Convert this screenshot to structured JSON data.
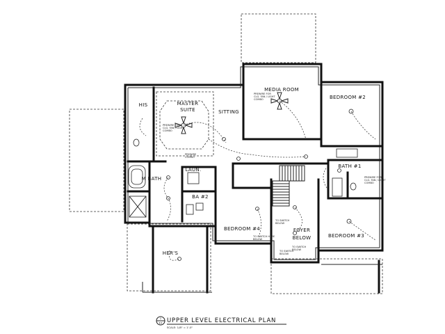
{
  "rooms": {
    "master_suite": [
      "MASTER",
      "SUITE"
    ],
    "sitting": "SITTING",
    "media_room": "MEDIA ROOM",
    "bedroom_2": "BEDROOM #2",
    "his": "HIS",
    "m_bath": "M BATH",
    "laun": "LAUN.",
    "ba_2": "BA #2",
    "bath_1": "BATH #1",
    "bedroom_4": "BEDROOM #4",
    "foyer_below": [
      "FOYER",
      "BELOW"
    ],
    "bedroom_3": "BEDROOM #3",
    "hers": "HER'S"
  },
  "notes": {
    "fan_note_master": [
      "PREWIRE FOR",
      "CLG. FAN / LIGHT",
      "COMBO"
    ],
    "fan_note_media": [
      "PREWIRE FOR",
      "CLG. FAN / LIGHT",
      "COMBO"
    ],
    "fan_note_b3": [
      "PREWIRE FOR",
      "CLG. FAN / LIGHT",
      "COMBO"
    ],
    "prewire_combo": [
      "PREWIRE",
      "COMBO"
    ],
    "to_switch_1": [
      "TO SWITCH",
      "BELOW"
    ],
    "to_switch_2": [
      "TO SWITCH HERE",
      "BELOW"
    ],
    "to_switch_3": [
      "TO SWITCH",
      "BELOW"
    ],
    "to_switch_4": [
      "TO SWITCH",
      "BELOW"
    ]
  },
  "title": {
    "marker_top": "1",
    "marker_bottom": "E3",
    "text": "UPPER LEVEL ELECTRICAL PLAN",
    "scale": "SCALE: 1/8\" = 1'-0\""
  }
}
